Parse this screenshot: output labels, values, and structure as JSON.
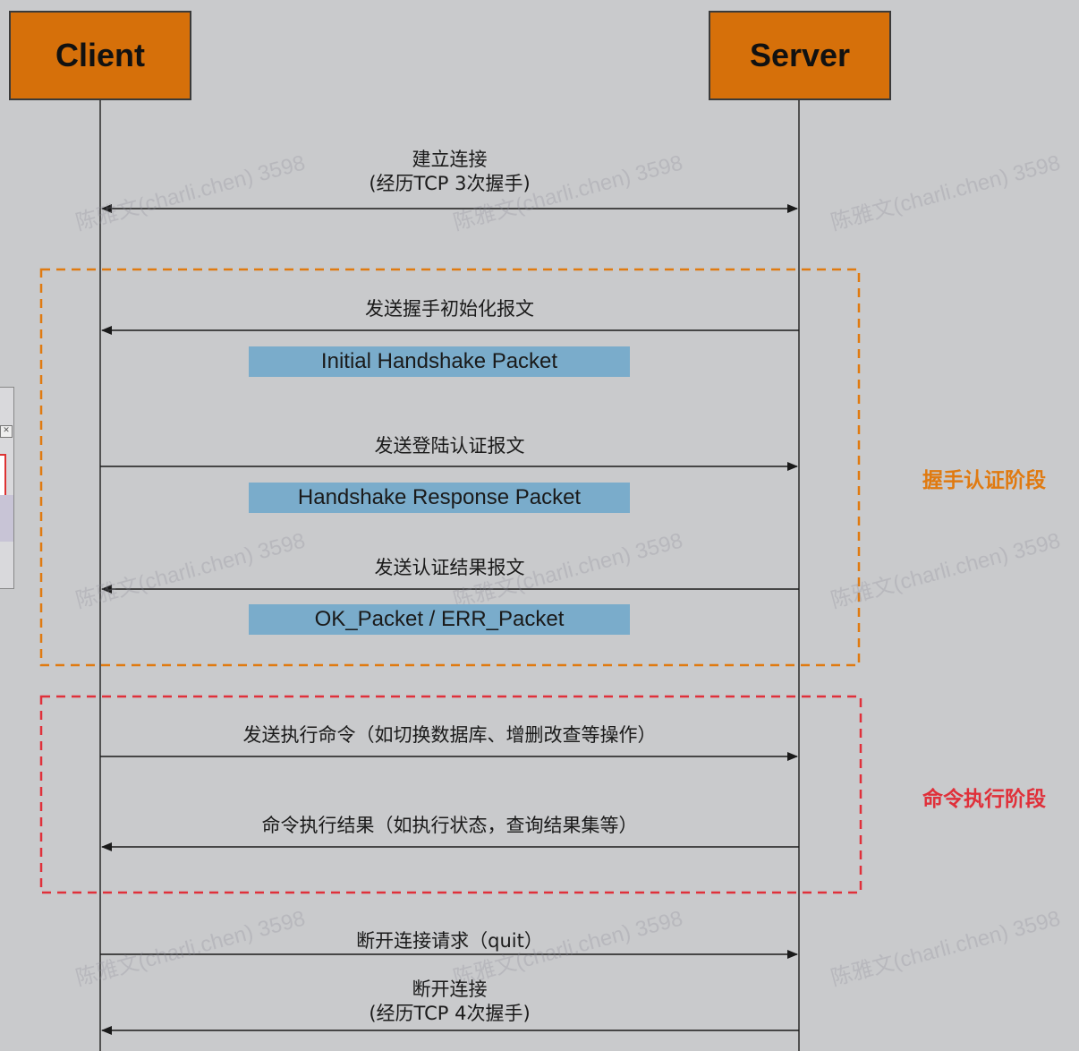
{
  "actors": {
    "client": "Client",
    "server": "Server"
  },
  "messages": {
    "connect_line1": "建立连接",
    "connect_line2": "(经历TCP 3次握手)",
    "init_handshake": "发送握手初始化报文",
    "login_auth": "发送登陆认证报文",
    "auth_result": "发送认证结果报文",
    "exec_command": "发送执行命令（如切换数据库、增删改查等操作）",
    "command_result": "命令执行结果（如执行状态，查询结果集等）",
    "disconnect_request": "断开连接请求（quit）",
    "disconnect_line1": "断开连接",
    "disconnect_line2": "(经历TCP 4次握手)"
  },
  "packets": {
    "initial": "Initial Handshake Packet",
    "response": "Handshake Response Packet",
    "result": "OK_Packet / ERR_Packet"
  },
  "phases": {
    "handshake": "握手认证阶段",
    "command": "命令执行阶段"
  },
  "watermark": "陈雅文(charli.chen) 3598",
  "colors": {
    "actor_fill": "#d6700a",
    "packet_fill": "#7aaccb",
    "handshake_phase": "#e07a10",
    "command_phase": "#e0303a",
    "background": "#c9cacc"
  }
}
